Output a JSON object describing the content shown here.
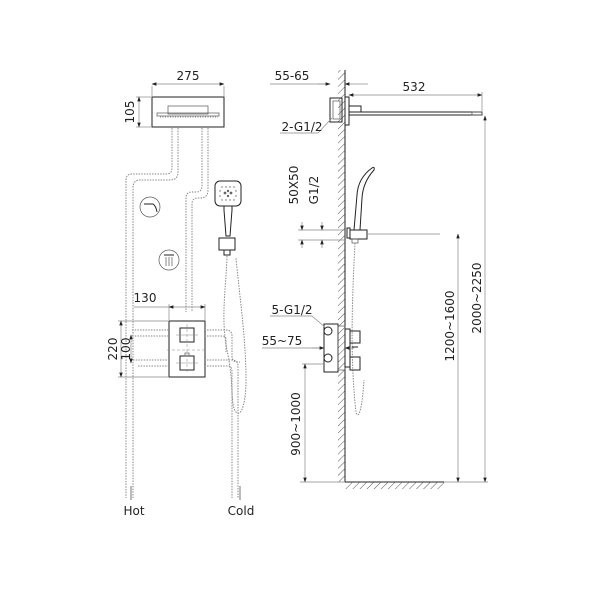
{
  "front_view": {
    "dimensions": {
      "overhead_width": "275",
      "overhead_height": "105",
      "valve_width": "130",
      "valve_height_total": "220",
      "valve_spacing": "100"
    },
    "labels": {
      "hot": "Hot",
      "cold": "Cold"
    },
    "icons": [
      "rain-shower-arm-icon",
      "overhead-shower-icon",
      "hand-shower-icon",
      "thermostatic-valve-icon"
    ]
  },
  "side_view": {
    "dimensions": {
      "arm_wall_offset": "55-65",
      "arm_length": "532",
      "arm_connection": "2-G1/2",
      "holder_size": "50X50",
      "holder_connection": "G1/2",
      "valve_connection": "5-G1/2",
      "valve_depth": "55~75",
      "valve_height": "900~1000",
      "holder_height": "1200~1600",
      "overhead_height": "2000~2250"
    }
  },
  "colors": {
    "line": "#222222",
    "dimension": "#888888",
    "background": "#ffffff"
  }
}
